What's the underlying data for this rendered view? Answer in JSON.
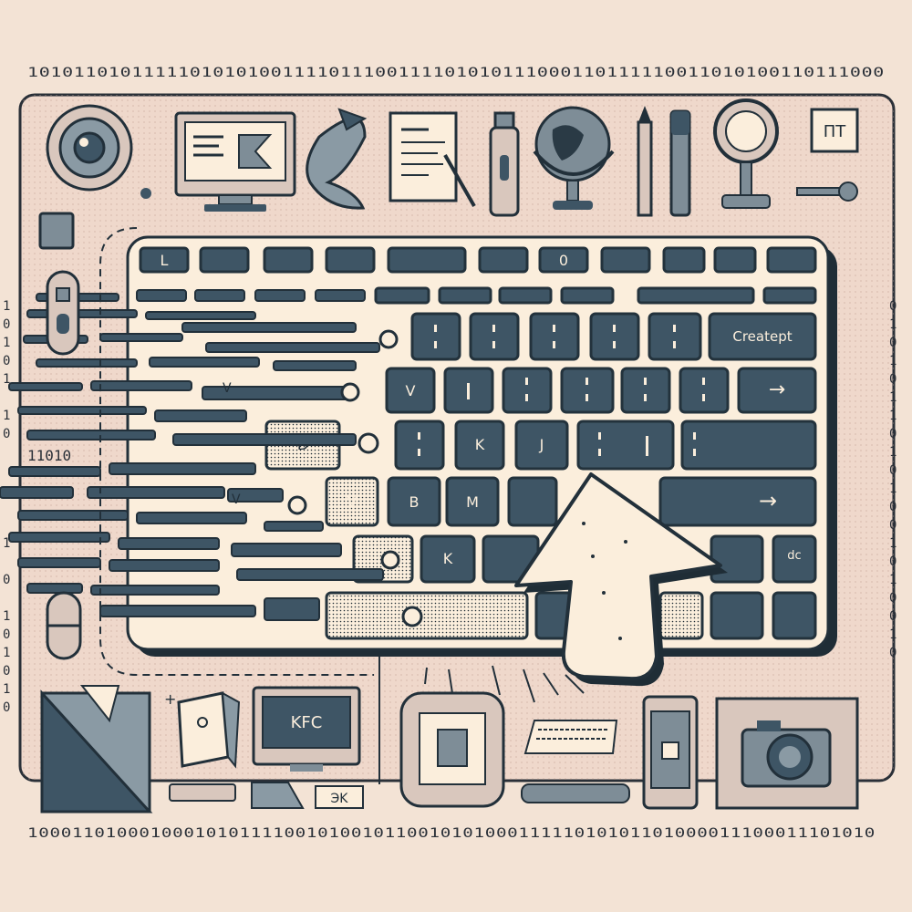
{
  "palette": {
    "background": "#f3e3d5",
    "panel": "#efd8cb",
    "key_dark": "#3e5565",
    "key_edge": "#23323c",
    "ink": "#22303a",
    "cream": "#fbeedc"
  },
  "binary_strings": {
    "top": "10101101011111010101001111011100111101010111000110111110011010100110111000",
    "bottom": "1000110100010001010111100101001011001010100011111010101101000011100011101010",
    "fragment": "11010"
  },
  "keyboard": {
    "label_wide_key": "Creatept",
    "fn_row": [
      "L",
      "",
      "",
      "",
      "",
      "",
      "",
      "0",
      "",
      "",
      ""
    ],
    "key_v1": "V",
    "key_d": "D",
    "key_k1": "K",
    "key_j": "J",
    "key_v2": "V",
    "key_b": "B",
    "key_m": "M",
    "key_k2": "K",
    "key_dc": "dc",
    "arrow_glyph": "→",
    "stray_v1": "V",
    "stray_v2": "V"
  },
  "icons": {
    "top_left_badge": "ПТ",
    "monitor_label": "KFC",
    "small_label": "ЭK"
  }
}
